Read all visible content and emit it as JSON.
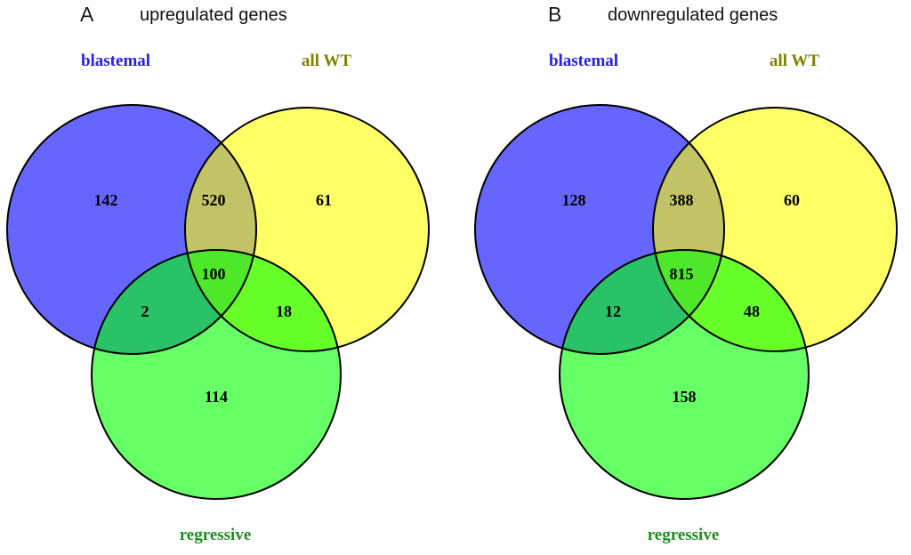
{
  "figure": {
    "panels": [
      {
        "letter": "A",
        "title": "upregulated genes",
        "set_labels": {
          "left": "blastemal",
          "right": "all WT",
          "bottom": "regressive"
        },
        "counts": {
          "blastemal_only": "142",
          "blastemal_allwt": "520",
          "allwt_only": "61",
          "center_all_three": "100",
          "blastemal_regressive": "2",
          "allwt_regressive": "18",
          "regressive_only": "114"
        }
      },
      {
        "letter": "B",
        "title": "downregulated genes",
        "set_labels": {
          "left": "blastemal",
          "right": "all WT",
          "bottom": "regressive"
        },
        "counts": {
          "blastemal_only": "128",
          "blastemal_allwt": "388",
          "allwt_only": "60",
          "center_all_three": "815",
          "blastemal_regressive": "12",
          "allwt_regressive": "48",
          "regressive_only": "158"
        }
      }
    ],
    "colors": {
      "blastemal_fill": "#0000FF",
      "allwt_fill": "#FFFF00",
      "regressive_fill": "#00FF00",
      "fill_opacity": "0.6",
      "circle_outline": "#000000",
      "blastemal_label_text": "#2420EB",
      "allwt_label_text": "#7F7F00",
      "regressive_label_text": "#1E8C1E",
      "title_text": "#1A1A1A"
    }
  },
  "chart_data": [
    {
      "type": "venn",
      "title": "upregulated genes",
      "sets": [
        "blastemal",
        "all WT",
        "regressive"
      ],
      "regions": {
        "blastemal_only": 142,
        "blastemal_and_allWT": 520,
        "allWT_only": 61,
        "blastemal_and_allWT_and_regressive": 100,
        "blastemal_and_regressive": 2,
        "allWT_and_regressive": 18,
        "regressive_only": 114
      }
    },
    {
      "type": "venn",
      "title": "downregulated genes",
      "sets": [
        "blastemal",
        "all WT",
        "regressive"
      ],
      "regions": {
        "blastemal_only": 128,
        "blastemal_and_allWT": 388,
        "allWT_only": 60,
        "blastemal_and_allWT_and_regressive": 815,
        "blastemal_and_regressive": 12,
        "allWT_and_regressive": 48,
        "regressive_only": 158
      }
    }
  ]
}
